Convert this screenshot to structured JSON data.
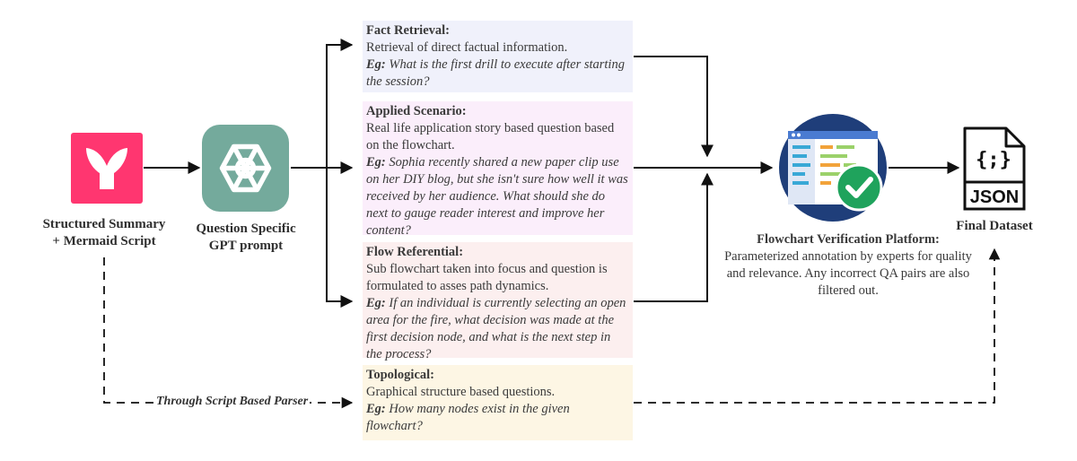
{
  "source": {
    "label_line1": "Structured Summary",
    "label_line2": "+ Mermaid Script",
    "icon": "mermaid-logo-icon",
    "color": "#ff3670"
  },
  "gpt": {
    "label_line1": "Question Specific",
    "label_line2": "GPT prompt",
    "icon": "openai-logo-icon",
    "color": "#74aa9c"
  },
  "questions": [
    {
      "title": "Fact Retrieval:",
      "description": "Retrieval of direct factual information.",
      "example_prefix": "Eg:",
      "example": "What is the first drill to execute after starting the session?"
    },
    {
      "title": "Applied Scenario:",
      "description": "Real life application story based  question based on the flowchart.",
      "example_prefix": "Eg:",
      "example": "Sophia recently shared a new paper clip use on her DIY blog, but she isn't sure how well it was received by her audience. What should she do next to gauge reader interest and improve her content?"
    },
    {
      "title": "Flow Referential:",
      "description": "Sub flowchart taken into focus and question is formulated to asses path dynamics.",
      "example_prefix": "Eg:",
      "example": "If an individual is currently selecting an open area for the fire, what decision was made at the first decision node, and what is the next step in the process?"
    },
    {
      "title": "Topological:",
      "description": "Graphical structure based questions.",
      "example_prefix": "Eg:",
      "example": "How many nodes exist in the given flowchart?"
    }
  ],
  "platform": {
    "title": "Flowchart Verification Platform:",
    "description": "Parameterized annotation by experts for quality and relevance. Any incorrect QA pairs are also filtered out.",
    "icon": "verification-screen-icon",
    "check_color": "#1fa35c"
  },
  "dataset": {
    "label": "Final Dataset",
    "icon_text": "{;}",
    "icon_caption": "JSON"
  },
  "parser": {
    "label": "Through Script Based Parser"
  }
}
